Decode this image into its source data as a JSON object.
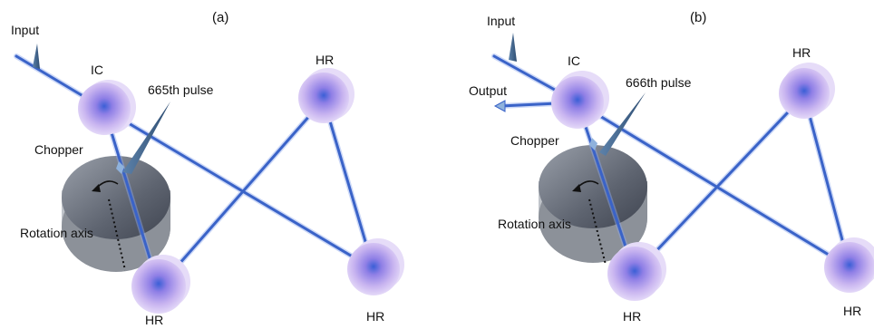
{
  "panels": [
    {
      "label": "(a)",
      "input_label": "Input",
      "pulse_label": "665th pulse",
      "chopper_label": "Chopper",
      "rotation_label": "Rotation axis",
      "mirror_labels": {
        "ic": "IC",
        "hr_top": "HR",
        "hr_bottom_left": "HR",
        "hr_bottom_right": "HR"
      }
    },
    {
      "label": "(b)",
      "input_label": "Input",
      "output_label": "Output",
      "pulse_label": "666th pulse",
      "chopper_label": "Chopper",
      "rotation_label": "Rotation axis",
      "mirror_labels": {
        "ic": "IC",
        "hr_top": "HR",
        "hr_bottom_left": "HR",
        "hr_bottom_right": "HR"
      }
    }
  ],
  "colors": {
    "beam": "#3a63c8",
    "mirror": "#b59be6",
    "chopper": "#6f7480",
    "pulse": "#3d5f86"
  }
}
